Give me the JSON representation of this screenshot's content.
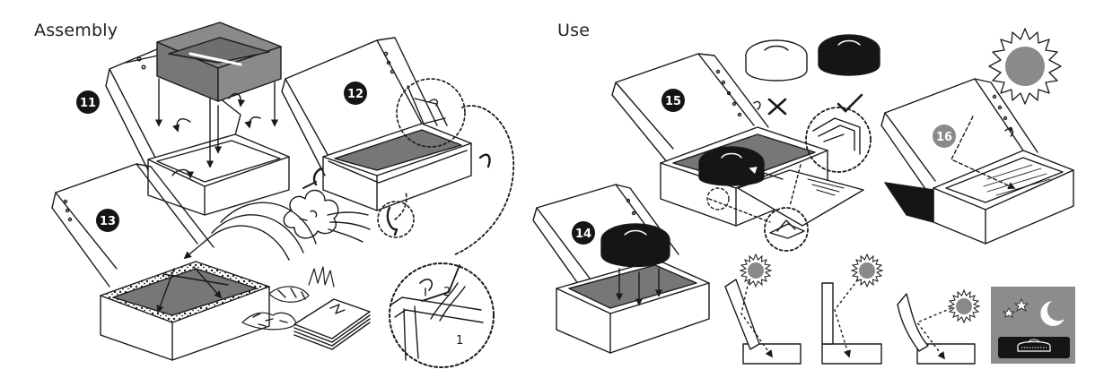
{
  "sections": {
    "assembly_title": "Assembly",
    "use_title": "Use"
  },
  "steps": {
    "s11": "11",
    "s12": "12",
    "s13": "13",
    "s14": "14",
    "s15": "15",
    "s16": "16"
  },
  "detail_labels": {
    "hinge_1": "1",
    "hinge_2": "2"
  },
  "colors": {
    "line": "#1a1a1a",
    "dark_gray": "#777777",
    "mid_gray": "#8a8a8a",
    "light_gray": "#bdbdbd",
    "pot_black": "#151515",
    "night_panel": "#8c8c8c",
    "step16_badge": "#8a8a8a"
  },
  "icons": {
    "wrong": "cross-icon",
    "right": "check-icon",
    "sun": "sun-icon",
    "moon": "moon-icon",
    "cloud": "cloud-wind-icon"
  }
}
